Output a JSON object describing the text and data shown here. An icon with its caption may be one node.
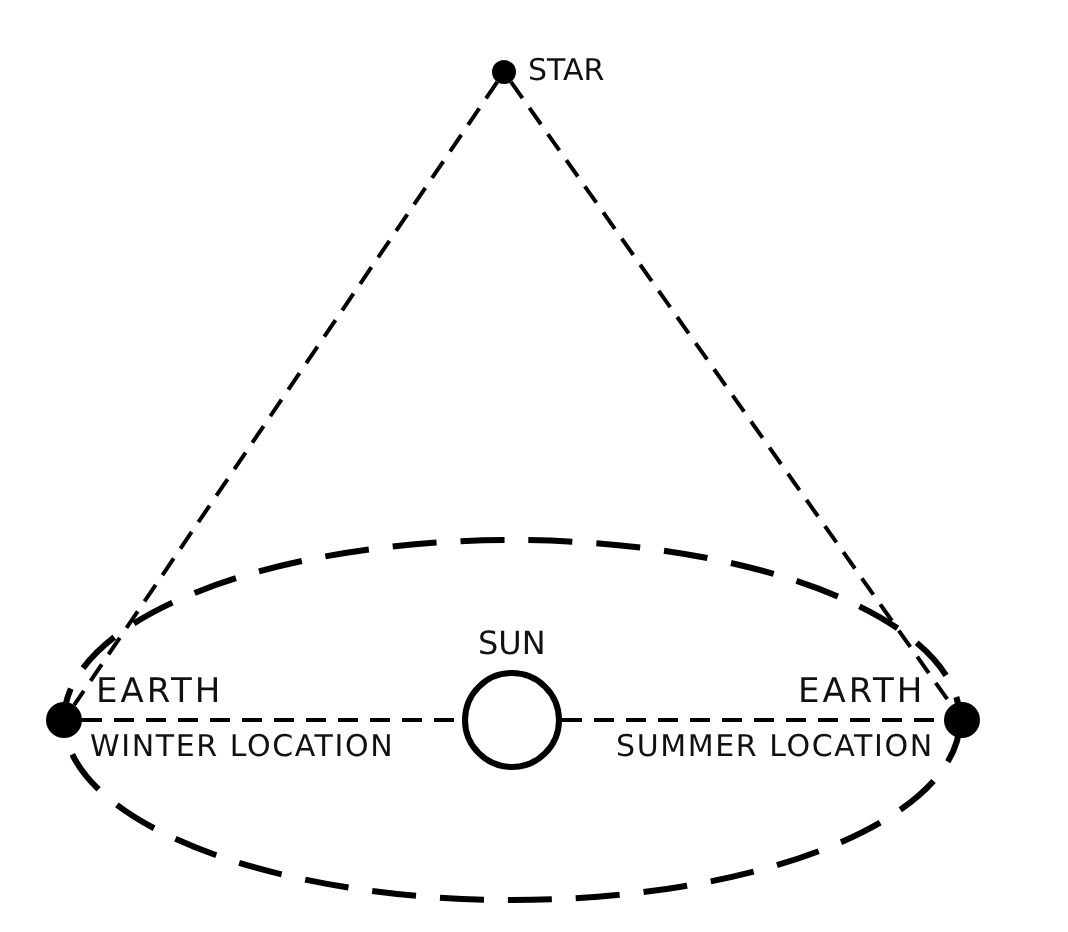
{
  "diagram": {
    "nodes": [
      {
        "text": [],
        "shape": "circle",
        "beside": [
          "STAR"
        ]
      },
      {
        "text": [],
        "shape": "circle",
        "beside": [
          "EARTH",
          "WINTER LOCATION"
        ]
      },
      {
        "text": [],
        "shape": "circle",
        "beside": [
          "SUN"
        ]
      },
      {
        "text": [],
        "shape": "circle",
        "beside": [
          "EARTH",
          "SUMMER LOCATION"
        ]
      }
    ],
    "edges": [
      {
        "from": 0,
        "to": 1,
        "arrow": "none",
        "style": "dashed"
      },
      {
        "from": 0,
        "to": 3,
        "arrow": "none",
        "style": "dashed"
      },
      {
        "from": 1,
        "to": 2,
        "arrow": "none",
        "style": "dashed"
      },
      {
        "from": 2,
        "to": 3,
        "arrow": "none",
        "style": "dashed"
      }
    ]
  }
}
